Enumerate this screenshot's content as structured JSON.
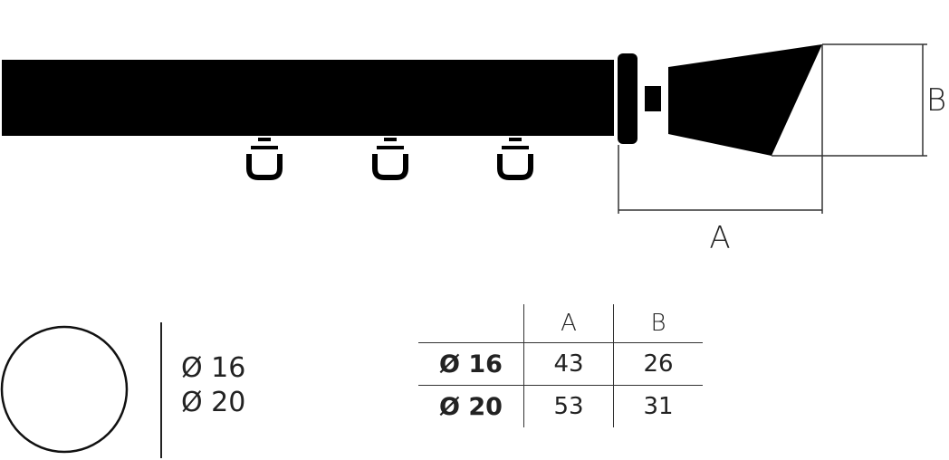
{
  "dimensions": {
    "label_a": "A",
    "label_b": "B"
  },
  "legend": {
    "items": [
      "Ø 16",
      "Ø 20"
    ]
  },
  "table": {
    "headers": [
      "",
      "A",
      "B"
    ],
    "rows": [
      {
        "label": "Ø 16",
        "a": "43",
        "b": "26"
      },
      {
        "label": "Ø 20",
        "a": "53",
        "b": "31"
      }
    ]
  },
  "colors": {
    "rod": "#000000",
    "lines": "#333333"
  }
}
